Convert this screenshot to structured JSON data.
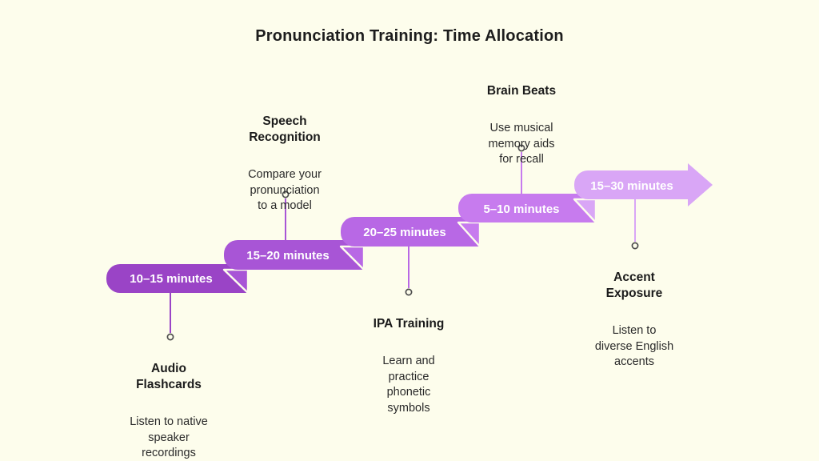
{
  "title": "Pronunciation Training: Time Allocation",
  "colors": {
    "background": "#FDFDEC",
    "text_dark": "#1b1b1b",
    "label_white": "#ffffff",
    "marker_stroke": "#4d4d4d"
  },
  "steps": [
    {
      "duration": "10–15 minutes",
      "name": "Audio\nFlashcards",
      "description": "Listen to native\nspeaker\nrecordings",
      "label_position": "below",
      "color": "#9A44C6"
    },
    {
      "duration": "15–20 minutes",
      "name": "Speech\nRecognition",
      "description": "Compare your\npronunciation\nto a model",
      "label_position": "above",
      "color": "#A855D6"
    },
    {
      "duration": "20–25 minutes",
      "name": "IPA Training",
      "description": "Learn and\npractice\nphonetic\nsymbols",
      "label_position": "below",
      "color": "#B868E5"
    },
    {
      "duration": "5–10 minutes",
      "name": "Brain Beats",
      "description": "Use musical\nmemory aids\nfor recall",
      "label_position": "above",
      "color": "#C77BEE"
    },
    {
      "duration": "15–30 minutes",
      "name": "Accent\nExposure",
      "description": "Listen to\ndiverse English\naccents",
      "label_position": "below",
      "color": "#D9A6F6"
    }
  ]
}
